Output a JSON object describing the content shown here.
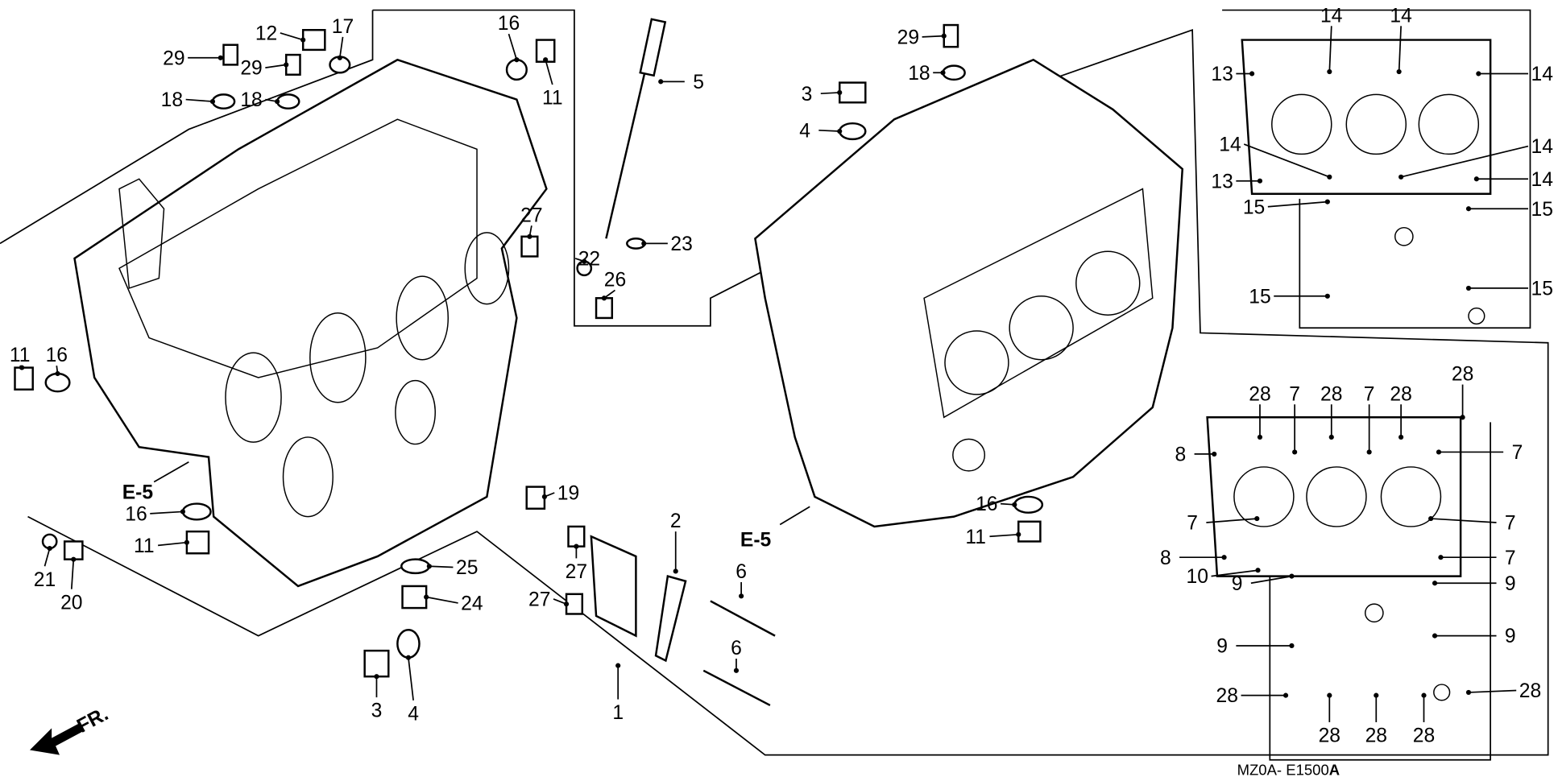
{
  "diagram": {
    "callouts": [
      "29",
      "12",
      "17",
      "16",
      "29",
      "18",
      "18",
      "11",
      "5",
      "27",
      "23",
      "22",
      "26",
      "11",
      "16",
      "16",
      "11",
      "19",
      "21",
      "20",
      "25",
      "27",
      "27",
      "24",
      "2",
      "6",
      "6",
      "3",
      "4",
      "1",
      "29",
      "18",
      "3",
      "4",
      "16",
      "11",
      "14",
      "14",
      "13",
      "14",
      "14",
      "14",
      "13",
      "14",
      "15",
      "15",
      "15",
      "15",
      "28",
      "7",
      "28",
      "7",
      "28",
      "28",
      "8",
      "7",
      "7",
      "7",
      "8",
      "7",
      "10",
      "9",
      "9",
      "9",
      "9",
      "28",
      "28",
      "28",
      "28",
      "28"
    ],
    "references": [
      "E-5",
      "E-5"
    ],
    "direction_label": "FR.",
    "drawing_code": "MZ0A- E1500",
    "drawing_code_suffix": "A",
    "color": "#000000"
  }
}
